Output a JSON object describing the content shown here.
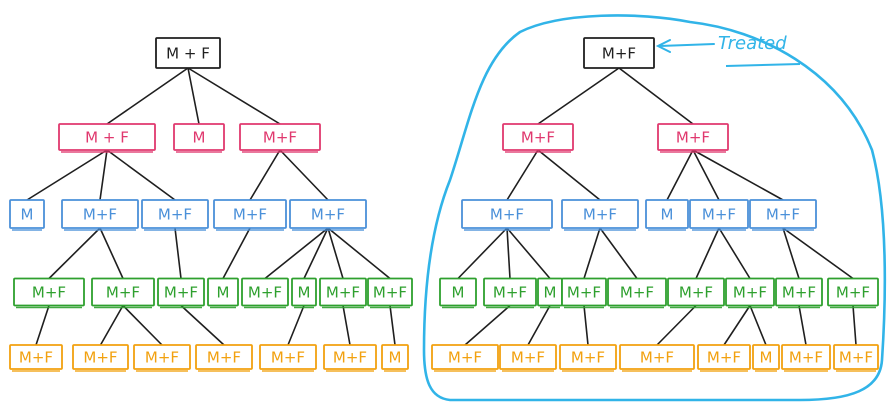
{
  "colors": {
    "black": "#1f1f1f",
    "magenta": "#e0386e",
    "blue": "#4a90d9",
    "green": "#2ea02e",
    "orange": "#f2a10f",
    "cyan": "#31b4e8"
  },
  "annotation": {
    "text": "Treated"
  },
  "trees": [
    {
      "name": "left-tree",
      "levels": [
        {
          "color": "black",
          "nodes": [
            "M + F"
          ]
        },
        {
          "color": "magenta",
          "nodes": [
            "M + F",
            "M",
            "M+F"
          ]
        },
        {
          "color": "blue",
          "nodes": [
            "M",
            "M+F",
            "M+F",
            "M+F",
            "M+F"
          ]
        },
        {
          "color": "green",
          "nodes": [
            "M+F",
            "M+F",
            "M+F",
            "M",
            "M+F",
            "M",
            "M+F",
            "M+F"
          ]
        },
        {
          "color": "orange",
          "nodes": [
            "M+F",
            "M+F",
            "M+F",
            "M+F",
            "M+F",
            "M+F",
            "M"
          ]
        }
      ]
    },
    {
      "name": "right-tree",
      "levels": [
        {
          "color": "black",
          "nodes": [
            "M+F"
          ]
        },
        {
          "color": "magenta",
          "nodes": [
            "M+F",
            "M+F"
          ]
        },
        {
          "color": "blue",
          "nodes": [
            "M+F",
            "M+F",
            "M",
            "M+F",
            "M+F"
          ]
        },
        {
          "color": "green",
          "nodes": [
            "M",
            "M+F",
            "M",
            "M+F",
            "M+F",
            "M+F",
            "M+F",
            "M+F",
            "M+F"
          ]
        },
        {
          "color": "orange",
          "nodes": [
            "M+F",
            "M+F",
            "M+F",
            "M+F",
            "M+F",
            "M",
            "M+F",
            "M+F"
          ]
        }
      ]
    }
  ]
}
